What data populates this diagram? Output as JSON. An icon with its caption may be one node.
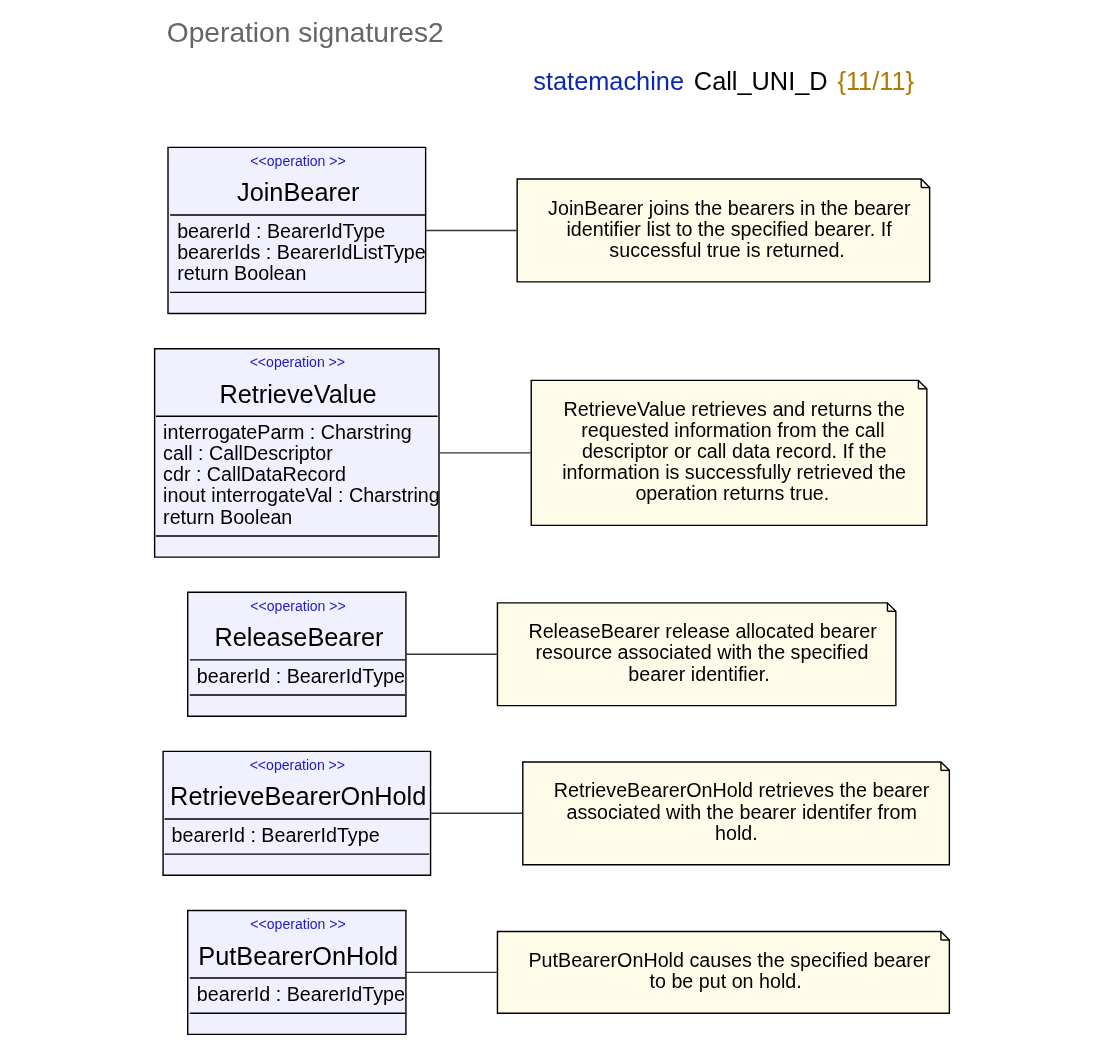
{
  "diagram": {
    "title": "Operation signatures2",
    "nodes": [
      {
        "text": [
          "<<operation >>",
          "JoinBearer",
          "bearerId : BearerIdType",
          "bearerIds : BearerIdListType",
          "return Boolean"
        ]
      },
      {
        "text": [
          "JoinBearer joins the bearers in the bearer identifier list to the specified bearer. If successful true is returned."
        ]
      },
      {
        "text": [
          "<<operation >>",
          "RetrieveValue",
          "interrogateParm : Charstring",
          "call : CallDescriptor",
          "cdr : CallDataRecord",
          "inout interrogateVal : Charstring",
          "return Boolean"
        ]
      },
      {
        "text": [
          "RetrieveValue retrieves and returns the requested information from the call descriptor or call data record. If the information is successfully retrieved the operation returns true."
        ]
      },
      {
        "text": [
          "<<operation >>",
          "ReleaseBearer",
          "bearerId : BearerIdType"
        ]
      },
      {
        "text": [
          "ReleaseBearer release allocated bearer resource associated with the specified bearer identifier."
        ]
      },
      {
        "text": [
          "<<operation >>",
          "RetrieveBearerOnHold",
          "bearerId : BearerIdType"
        ]
      },
      {
        "text": [
          "RetrieveBearerOnHold retrieves the bearer associated with the bearer identifer from hold."
        ]
      },
      {
        "text": [
          "<<operation >>",
          "PutBearerOnHold",
          "bearerId : BearerIdType"
        ]
      },
      {
        "text": [
          "PutBearerOnHold causes the specified bearer to be put on hold."
        ]
      }
    ],
    "edges": [
      {
        "from": 0,
        "to": 1,
        "arrow": "none"
      },
      {
        "from": 2,
        "to": 3,
        "arrow": "none"
      },
      {
        "from": 4,
        "to": 5,
        "arrow": "none"
      },
      {
        "from": 6,
        "to": 7,
        "arrow": "none"
      },
      {
        "from": 8,
        "to": 9,
        "arrow": "none"
      }
    ],
    "labels": [
      "statemachine",
      "Call_UNI_D",
      "{11/11}"
    ]
  }
}
